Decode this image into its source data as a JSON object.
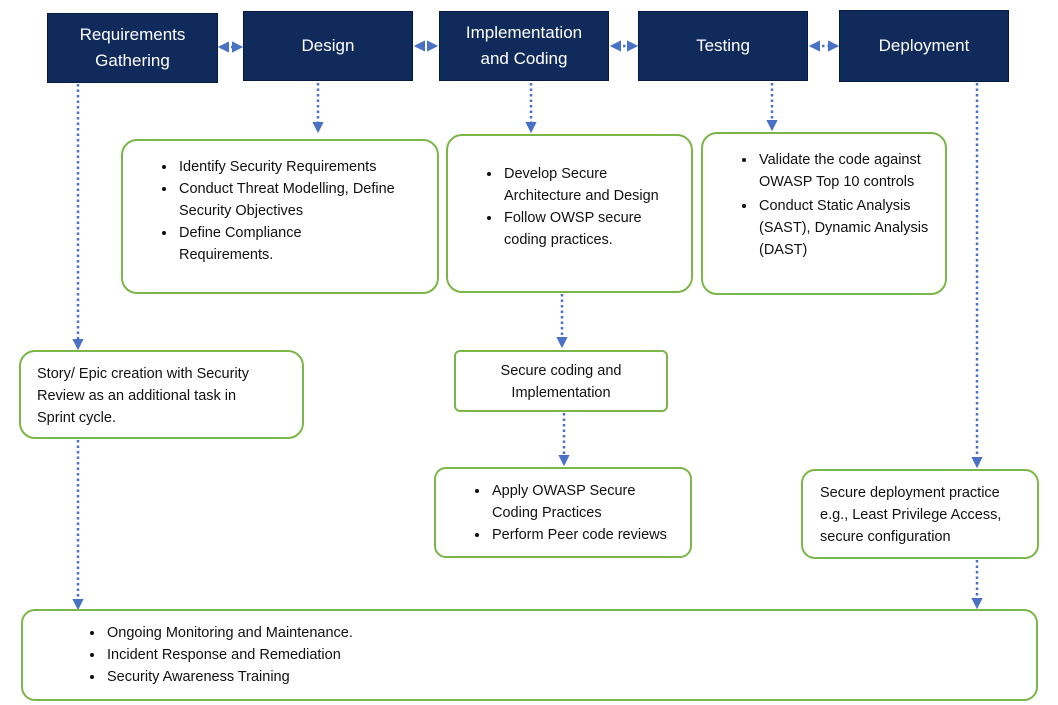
{
  "phases": [
    {
      "line1": "Requirements",
      "line2": "Gathering"
    },
    {
      "line1": "Design",
      "line2": ""
    },
    {
      "line1": "Implementation",
      "line2": "and Coding"
    },
    {
      "line1": "Testing",
      "line2": ""
    },
    {
      "line1": "Deployment",
      "line2": ""
    }
  ],
  "design_box": {
    "items": [
      "Identify Security Requirements",
      "Conduct Threat Modelling, Define Security Objectives",
      "Define Compliance Requirements."
    ]
  },
  "implementation_box": {
    "items": [
      "Develop Secure Architecture and Design",
      "Follow OWSP secure coding practices."
    ]
  },
  "testing_box": {
    "items": [
      "Validate the code against OWASP Top 10 controls",
      "Conduct Static Analysis (SAST), Dynamic Analysis (DAST)"
    ]
  },
  "story_box": {
    "text": "Story/ Epic creation with Security Review as an additional task in Sprint cycle."
  },
  "secure_coding_box": {
    "text": "Secure coding and Implementation"
  },
  "owasp_box": {
    "items": [
      "Apply OWASP Secure Coding Practices",
      "Perform Peer code reviews"
    ]
  },
  "deployment_box": {
    "text": "Secure deployment practice e.g., Least Privilege Access, secure configuration"
  },
  "monitoring_box": {
    "items": [
      "Ongoing Monitoring and Maintenance.",
      "Incident Response and Remediation",
      "Security Awareness Training"
    ]
  },
  "colors": {
    "phase_fill": "#112a5c",
    "box_border": "#7ab648",
    "connector": "#4a72c4"
  }
}
